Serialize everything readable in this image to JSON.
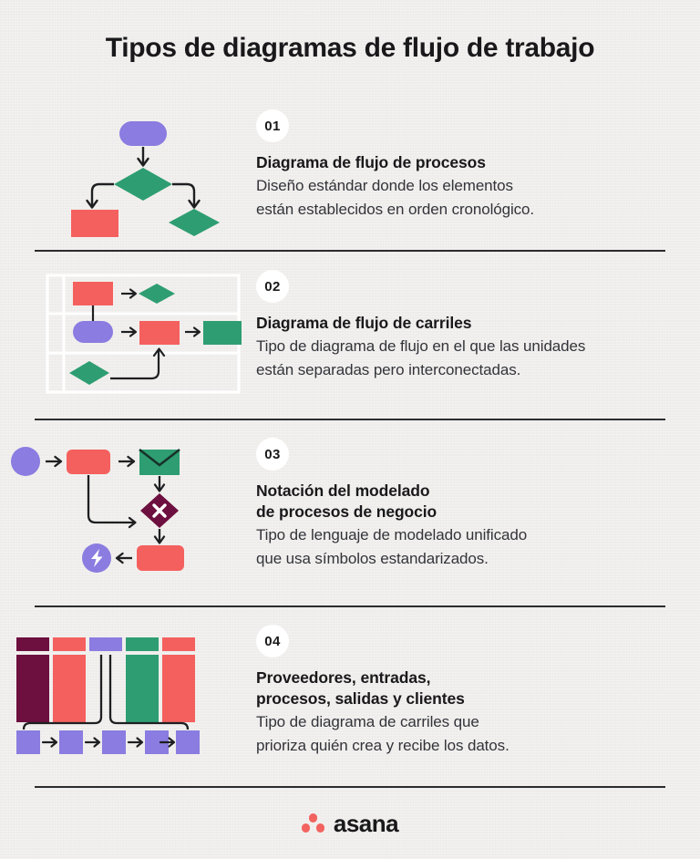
{
  "page": {
    "title": "Tipos de diagramas de flujo de trabajo",
    "background_color": "#f0eeec"
  },
  "palette": {
    "purple": "#8a7ce0",
    "purple_light": "#9b8ef0",
    "green": "#2e9e72",
    "red": "#f4605e",
    "maroon": "#6d0f3f",
    "dark": "#1e1f21",
    "white": "#ffffff",
    "coral_logo": "#f2635f"
  },
  "sections": [
    {
      "number": "01",
      "heading_lines": [
        "Diagrama de flujo de procesos"
      ],
      "body_lines": [
        "Diseño estándar donde los elementos",
        "están establecidos en orden cronológico."
      ],
      "art": "process-flow-diagram"
    },
    {
      "number": "02",
      "heading_lines": [
        "Diagrama de flujo de carriles"
      ],
      "body_lines": [
        "Tipo de diagrama de flujo en el que las unidades",
        "están separadas pero interconectadas."
      ],
      "art": "swimlane-diagram"
    },
    {
      "number": "03",
      "heading_lines": [
        "Notación del modelado",
        "de procesos de negocio"
      ],
      "body_lines": [
        "Tipo de lenguaje de modelado unificado",
        "que usa símbolos estandarizados."
      ],
      "art": "bpmn-diagram"
    },
    {
      "number": "04",
      "heading_lines": [
        "Proveedores, entradas,",
        "procesos, salidas y clientes"
      ],
      "body_lines": [
        "Tipo de diagrama de carriles que",
        "prioriza quién crea y recibe los datos."
      ],
      "art": "sipoc-diagram"
    }
  ],
  "footer": {
    "brand": "asana",
    "mark": "asana-three-dots-logo"
  }
}
